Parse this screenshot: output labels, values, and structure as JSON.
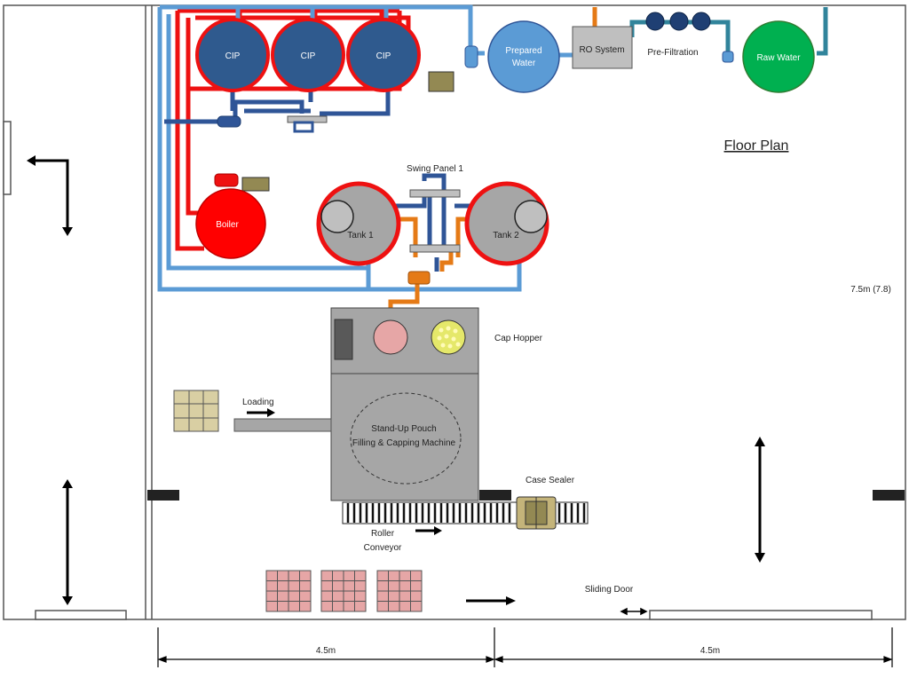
{
  "title": "Floor Plan",
  "dimension_right": "7.5m (7.8)",
  "dimension_bottom_left": "4.5m",
  "dimension_bottom_right": "4.5m",
  "equipment": {
    "cip_1": "CIP",
    "cip_2": "CIP",
    "cip_3": "CIP",
    "prepared_water": [
      "Prepared",
      "Water"
    ],
    "ro_system": "RO System",
    "pre_filtration": "Pre-Filtration",
    "raw_water": "Raw Water",
    "boiler": "Boiler",
    "swing_panel": "Swing Panel 1",
    "tank_1": "Tank 1",
    "tank_2": "Tank 2",
    "cap_hopper": "Cap Hopper",
    "loading": "Loading",
    "filling_machine": [
      "Stand-Up Pouch",
      "Filling & Capping Machine"
    ],
    "case_sealer": "Case Sealer",
    "roller_conveyor": [
      "Roller",
      "Conveyor"
    ],
    "sliding_door": "Sliding Door"
  },
  "colors": {
    "hot_pipe": "#ee1111",
    "light_pipe": "#5b9bd5",
    "dark_pipe": "#2f5597",
    "orange_pipe": "#e57a16",
    "teal_pipe": "#31849b",
    "cip_fill": "#2f5a8e",
    "tank_fill": "#a6a6a6",
    "boiler_fill": "#ff0000",
    "raw_water_fill": "#00b050",
    "prepared_water_fill": "#5b9bd5",
    "pallet_tan": "#d9cfa3",
    "pallet_pink": "#e6a6a6",
    "machine_grey": "#a6a6a6"
  }
}
